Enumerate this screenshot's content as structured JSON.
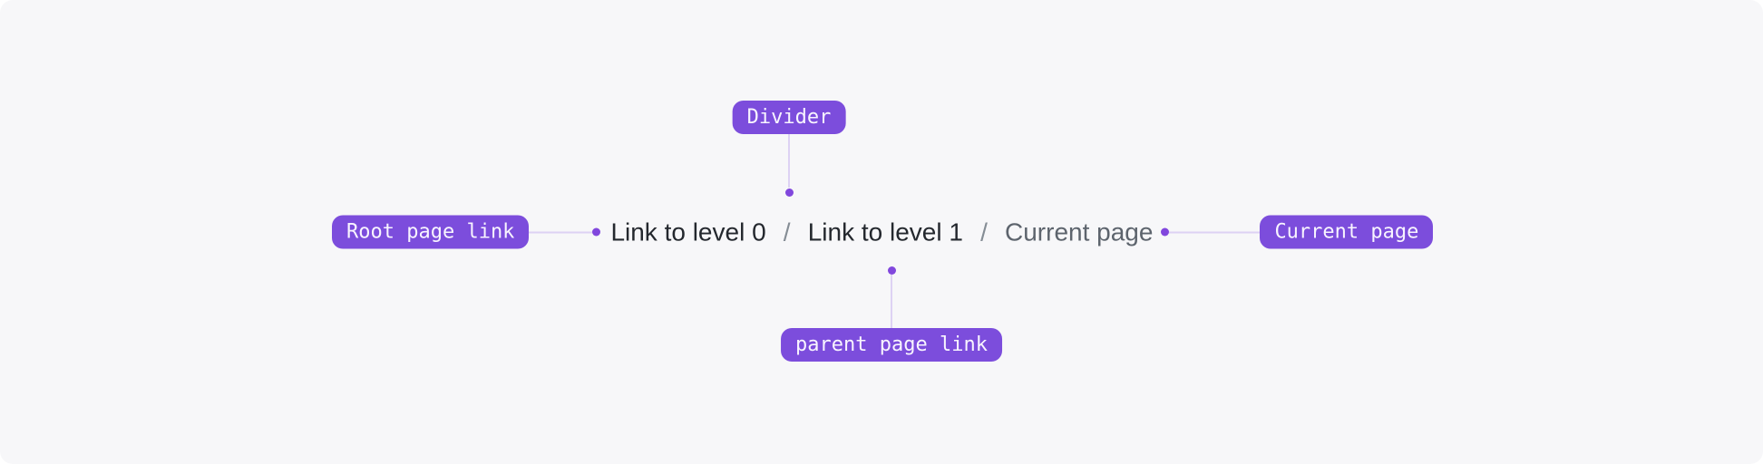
{
  "breadcrumb": {
    "separator": "/",
    "items": [
      {
        "label": "Link to level 0",
        "role": "link"
      },
      {
        "label": "Link to level 1",
        "role": "link"
      },
      {
        "label": "Current page",
        "role": "current"
      }
    ]
  },
  "annotations": {
    "divider": {
      "label": "Divider"
    },
    "root_page_link": {
      "label": "Root page link"
    },
    "current_page": {
      "label": "Current page"
    },
    "parent_page_link": {
      "label": "parent page link"
    }
  },
  "colors": {
    "canvas_bg": "#f7f7f9",
    "badge_bg": "#7c4ddc",
    "badge_text": "#f8f4ff",
    "connector_line": "#ddd2f4",
    "connector_dot": "#8147dd",
    "link_text": "#24282e",
    "separator_text": "#858d95",
    "current_text": "#5d646d"
  }
}
